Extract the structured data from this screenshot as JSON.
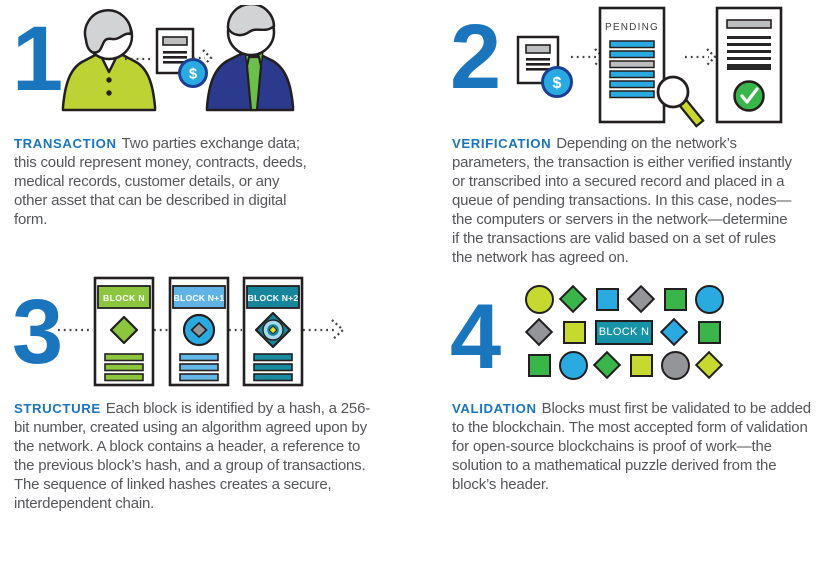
{
  "sections": [
    {
      "number": "1",
      "label": "TRANSACTION",
      "text": "Two parties exchange data; this could represent money, contracts, deeds, medical records, customer details, or any other asset that can be described in digital form."
    },
    {
      "number": "2",
      "label": "VERIFICATION",
      "text": "Depending on the network’s parameters, the transaction is either verified instantly or transcribed into a secured record and placed in a queue of pending transactions. In this case, nodes—the computers or servers in the network—determine if the transactions are valid based on a set of rules the network has agreed on."
    },
    {
      "number": "3",
      "label": "STRUCTURE",
      "text": "Each block is identified by a hash, a 256-bit number, created using an algorithm agreed upon by the network. A block contains a header, a reference to the previous block’s hash, and a group of transactions. The sequence of linked hashes creates a secure, interdependent chain."
    },
    {
      "number": "4",
      "label": "VALIDATION",
      "text": "Blocks must first be validated to be added to the blockchain. The most accepted form of validation for open-source blockchains is proof of work—the solution to a mathematical puzzle derived from the block’s header."
    }
  ],
  "transaction_art": {
    "dollar_symbol": "$"
  },
  "verification_art": {
    "pending_label": "PENDING",
    "dollar_symbol": "$"
  },
  "structure_art": {
    "blocks": [
      {
        "label": "BLOCK N"
      },
      {
        "label": "BLOCK N+1"
      },
      {
        "label": "BLOCK N+2"
      }
    ]
  },
  "validation_art": {
    "block_tag": "BLOCK N",
    "grid": [
      [
        {
          "shape": "circle",
          "color": "lime"
        },
        {
          "shape": "diamond",
          "color": "green"
        },
        {
          "shape": "square",
          "color": "blue"
        },
        {
          "shape": "diamond",
          "color": "gray"
        },
        {
          "shape": "square",
          "color": "green"
        },
        {
          "shape": "circle",
          "color": "blue"
        }
      ],
      [
        {
          "shape": "diamond",
          "color": "gray"
        },
        {
          "shape": "square",
          "color": "lime"
        },
        {
          "shape": "tag"
        },
        {
          "shape": "diamond",
          "color": "blue"
        },
        {
          "shape": "square",
          "color": "green"
        }
      ],
      [
        {
          "shape": "square",
          "color": "green"
        },
        {
          "shape": "circle",
          "color": "blue"
        },
        {
          "shape": "diamond",
          "color": "green"
        },
        {
          "shape": "square",
          "color": "lime"
        },
        {
          "shape": "circle",
          "color": "gray"
        },
        {
          "shape": "diamond",
          "color": "lime"
        }
      ]
    ]
  },
  "colors": {
    "accent_blue": "#1b75bc",
    "lime": "#c6d92f",
    "green": "#3ab54a",
    "blue": "#29abe2",
    "teal": "#1894a8",
    "gray": "#939598",
    "navy": "#2b3a8c",
    "body_text": "#55565a"
  }
}
